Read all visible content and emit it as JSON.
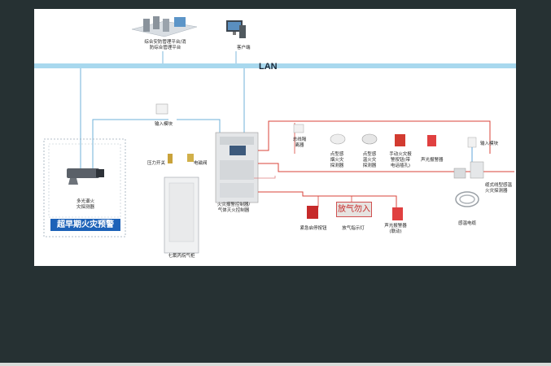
{
  "network": {
    "lan_label": "LAN"
  },
  "top": {
    "platform_label_1": "综合安防管理平台/消",
    "platform_label_2": "防综合管理平台",
    "client_label": "客户端"
  },
  "left_module": {
    "input_module_label": "输入模块",
    "camera_label_1": "多光谱火",
    "camera_label_2": "灾探测器",
    "warning_text": "超早期火灾预警"
  },
  "controller": {
    "label_1": "火灾报警控制器/",
    "label_2": "气体灭火控制器",
    "pressure_switch": "压力开关",
    "solenoid_valve": "电磁阀",
    "gas_cabinet": "七氟丙烷气柜"
  },
  "devices": {
    "bus_isolator_1": "总线隔",
    "bus_isolator_2": "离器",
    "smoke_1": "点型感",
    "smoke_2": "烟火灾",
    "smoke_3": "探测器",
    "heat_1": "点型感",
    "heat_2": "温火灾",
    "heat_3": "探测器",
    "manual_1": "手动火灾报",
    "manual_2": "警按钮(带",
    "manual_3": "电话插孔)",
    "sounder": "声光报警器",
    "input_module_right": "输入模块",
    "linear_1": "缆式线型感温",
    "linear_2": "火灾探测器",
    "heat_cable": "感温电缆",
    "emergency_stop": "紧急启停按钮",
    "gas_sign_text": "放气勿入",
    "gas_sign_label": "放气指示灯",
    "sounder_2_1": "声光报警器",
    "sounder_2_2": "(联动)"
  },
  "colors": {
    "lan": "#9fd3ec",
    "alarm_line": "#d9433a",
    "blue_line": "#3a8fd0",
    "banner": "#1d62b8"
  }
}
